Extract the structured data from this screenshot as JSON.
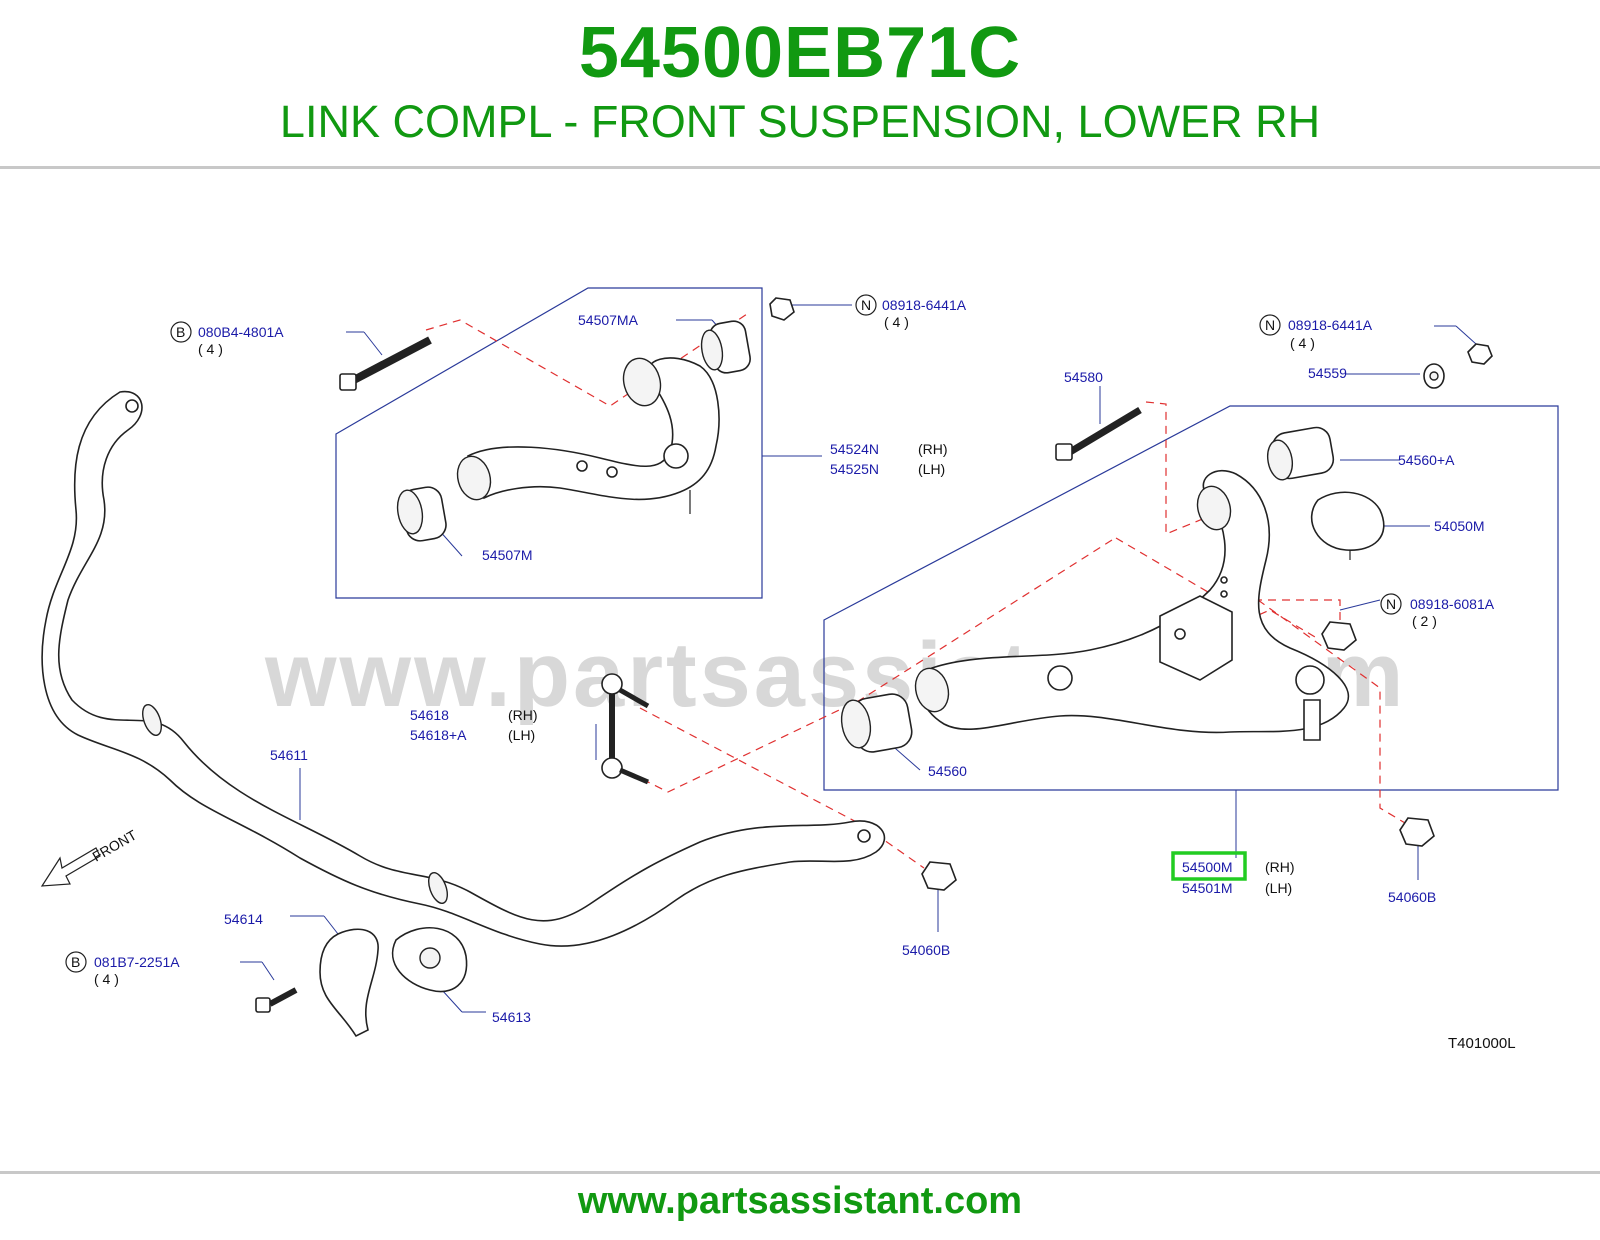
{
  "header": {
    "part_number": "54500EB71C",
    "part_name": "LINK COMPL - FRONT SUSPENSION, LOWER RH"
  },
  "watermark": "www.partsassistant.com",
  "footer": {
    "url": "www.partsassistant.com"
  },
  "colors": {
    "title_green": "#119911",
    "label_blue": "#1a1aa8",
    "highlight": "#22cc22",
    "dash_red": "#e03030"
  },
  "diagram": {
    "code": "T401000L",
    "front_label": "FRONT",
    "callouts": {
      "b_080b4": {
        "symbol": "B",
        "code": "080B4-4801A",
        "qty": "( 4 )"
      },
      "n_08918_top": {
        "symbol": "N",
        "code": "08918-6441A",
        "qty": "( 4 )"
      },
      "n_08918_right": {
        "symbol": "N",
        "code": "08918-6441A",
        "qty": "( 4 )"
      },
      "n_08918_6081": {
        "symbol": "N",
        "code": "08918-6081A",
        "qty": "( 2 )"
      },
      "b_081b7": {
        "symbol": "B",
        "code": "081B7-2251A",
        "qty": "( 4 )"
      },
      "p54507MA": "54507MA",
      "p54507M": "54507M",
      "p54524N": "54524N",
      "p54525N": "54525N",
      "rh": "(RH)",
      "lh": "(LH)",
      "p54580": "54580",
      "p54559": "54559",
      "p54560A": "54560+A",
      "p54050M": "54050M",
      "p54618": "54618",
      "p54618A": "54618+A",
      "p54611": "54611",
      "p54560": "54560",
      "p54500M": "54500M",
      "p54501M": "54501M",
      "p54060B_mid": "54060B",
      "p54060B_right": "54060B",
      "p54614": "54614",
      "p54613": "54613"
    }
  }
}
